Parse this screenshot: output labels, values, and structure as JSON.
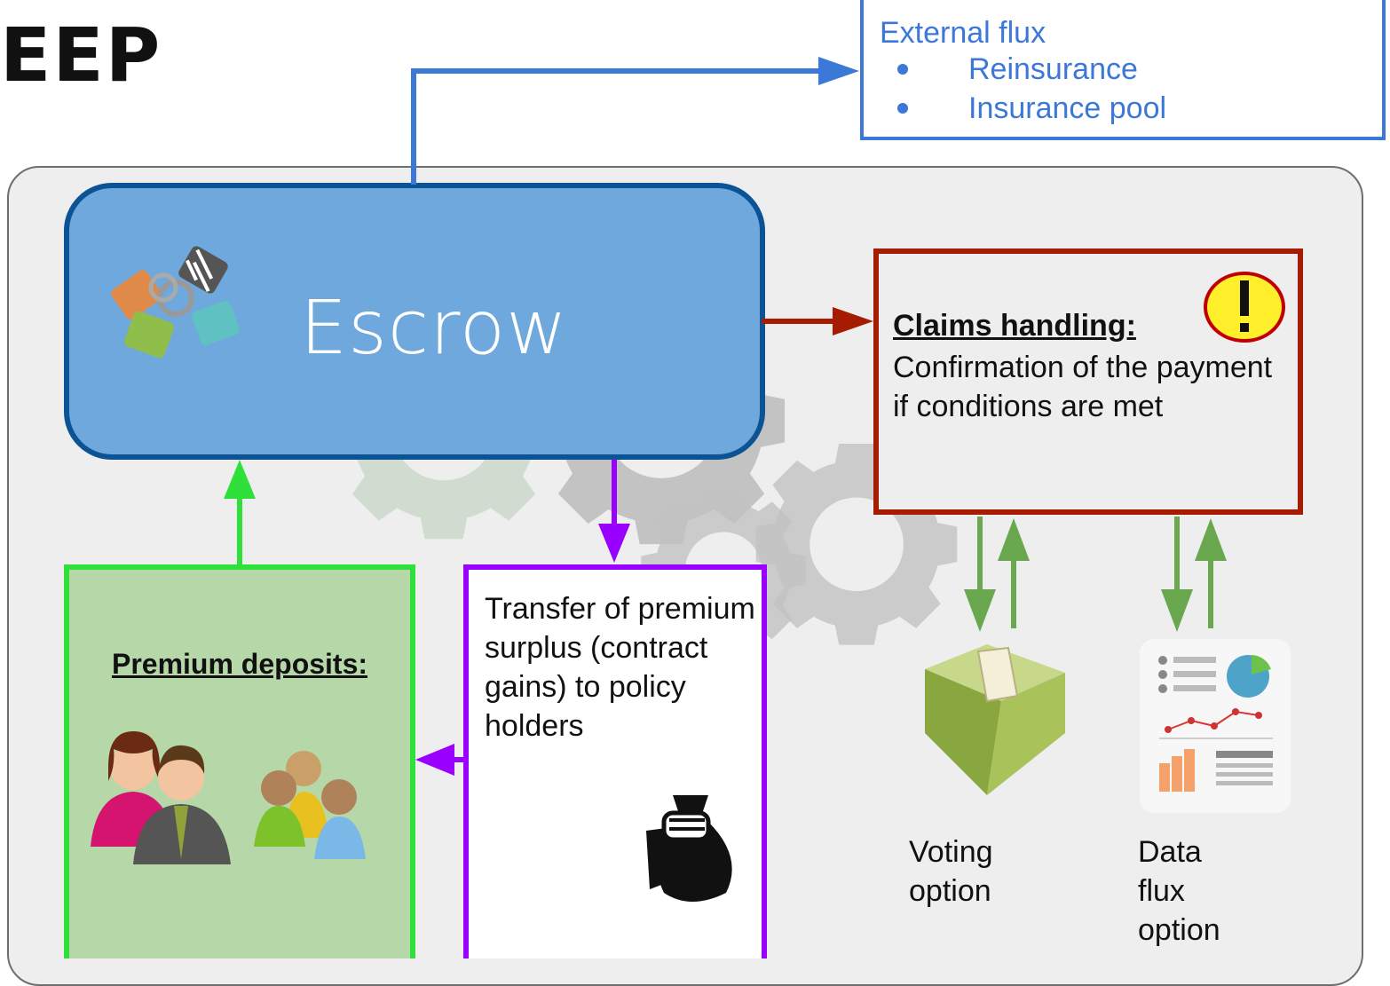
{
  "title": "EEP",
  "external": {
    "title": "External flux",
    "items": [
      "Reinsurance",
      "Insurance pool"
    ]
  },
  "escrow": {
    "label": "Escrow"
  },
  "claims": {
    "title": "Claims handling:",
    "text": "Confirmation of the payment if conditions are met"
  },
  "premium": {
    "title": "Premium deposits:"
  },
  "transfer": {
    "text": "Transfer of premium surplus (contract gains) to policy holders"
  },
  "options": {
    "voting": [
      "Voting",
      "option"
    ],
    "data": [
      "Data",
      "flux",
      "option"
    ]
  },
  "colors": {
    "external": "#3c78d8",
    "escrow": "#6fa8dc",
    "claims": "#a61c00",
    "premium": "#2fe03a",
    "transfer": "#9900ff",
    "exchange_arrows": "#6aa84f"
  }
}
